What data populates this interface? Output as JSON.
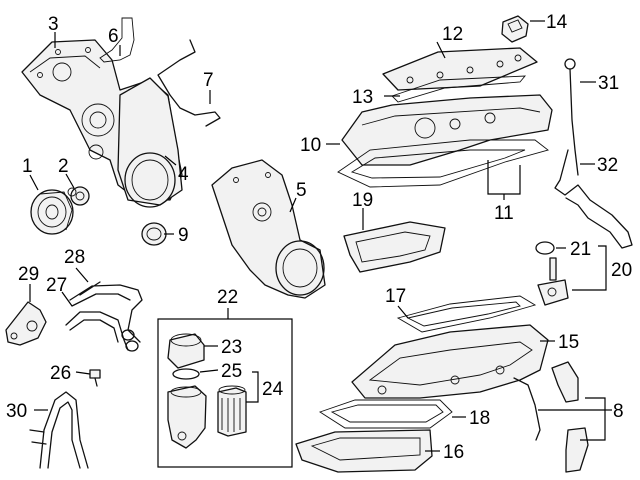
{
  "diagram": {
    "callouts": [
      {
        "id": "c1",
        "text": "1"
      },
      {
        "id": "c2",
        "text": "2"
      },
      {
        "id": "c3",
        "text": "3"
      },
      {
        "id": "c4",
        "text": "4"
      },
      {
        "id": "c5",
        "text": "5"
      },
      {
        "id": "c6",
        "text": "6"
      },
      {
        "id": "c7",
        "text": "7"
      },
      {
        "id": "c8",
        "text": "8"
      },
      {
        "id": "c9",
        "text": "9"
      },
      {
        "id": "c10",
        "text": "10"
      },
      {
        "id": "c11",
        "text": "11"
      },
      {
        "id": "c12",
        "text": "12"
      },
      {
        "id": "c13",
        "text": "13"
      },
      {
        "id": "c14",
        "text": "14"
      },
      {
        "id": "c15",
        "text": "15"
      },
      {
        "id": "c16",
        "text": "16"
      },
      {
        "id": "c17",
        "text": "17"
      },
      {
        "id": "c18",
        "text": "18"
      },
      {
        "id": "c19",
        "text": "19"
      },
      {
        "id": "c20",
        "text": "20"
      },
      {
        "id": "c21",
        "text": "21"
      },
      {
        "id": "c22",
        "text": "22"
      },
      {
        "id": "c23",
        "text": "23"
      },
      {
        "id": "c24",
        "text": "24"
      },
      {
        "id": "c25",
        "text": "25"
      },
      {
        "id": "c26",
        "text": "26"
      },
      {
        "id": "c27",
        "text": "27"
      },
      {
        "id": "c28",
        "text": "28"
      },
      {
        "id": "c29",
        "text": "29"
      },
      {
        "id": "c30",
        "text": "30"
      },
      {
        "id": "c31",
        "text": "31"
      },
      {
        "id": "c32",
        "text": "32"
      }
    ]
  }
}
